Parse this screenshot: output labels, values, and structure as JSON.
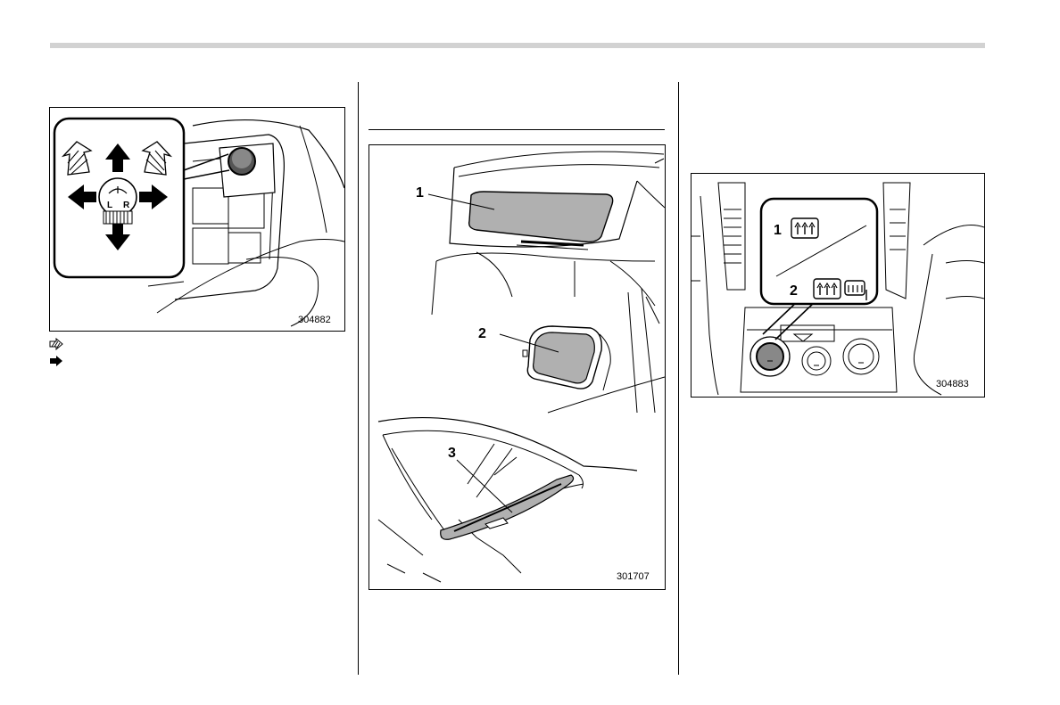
{
  "figures": {
    "mirror_switch": {
      "code": "304882",
      "knob_left": "L",
      "knob_right": "R"
    },
    "defog_areas": {
      "code": "301707",
      "callouts": [
        "1",
        "2",
        "3"
      ]
    },
    "defroster_button": {
      "code": "304883",
      "callouts": [
        "1",
        "2"
      ]
    }
  },
  "legend": [
    {
      "icon": "hatched-arrow-icon"
    },
    {
      "icon": "solid-arrow-icon"
    }
  ]
}
